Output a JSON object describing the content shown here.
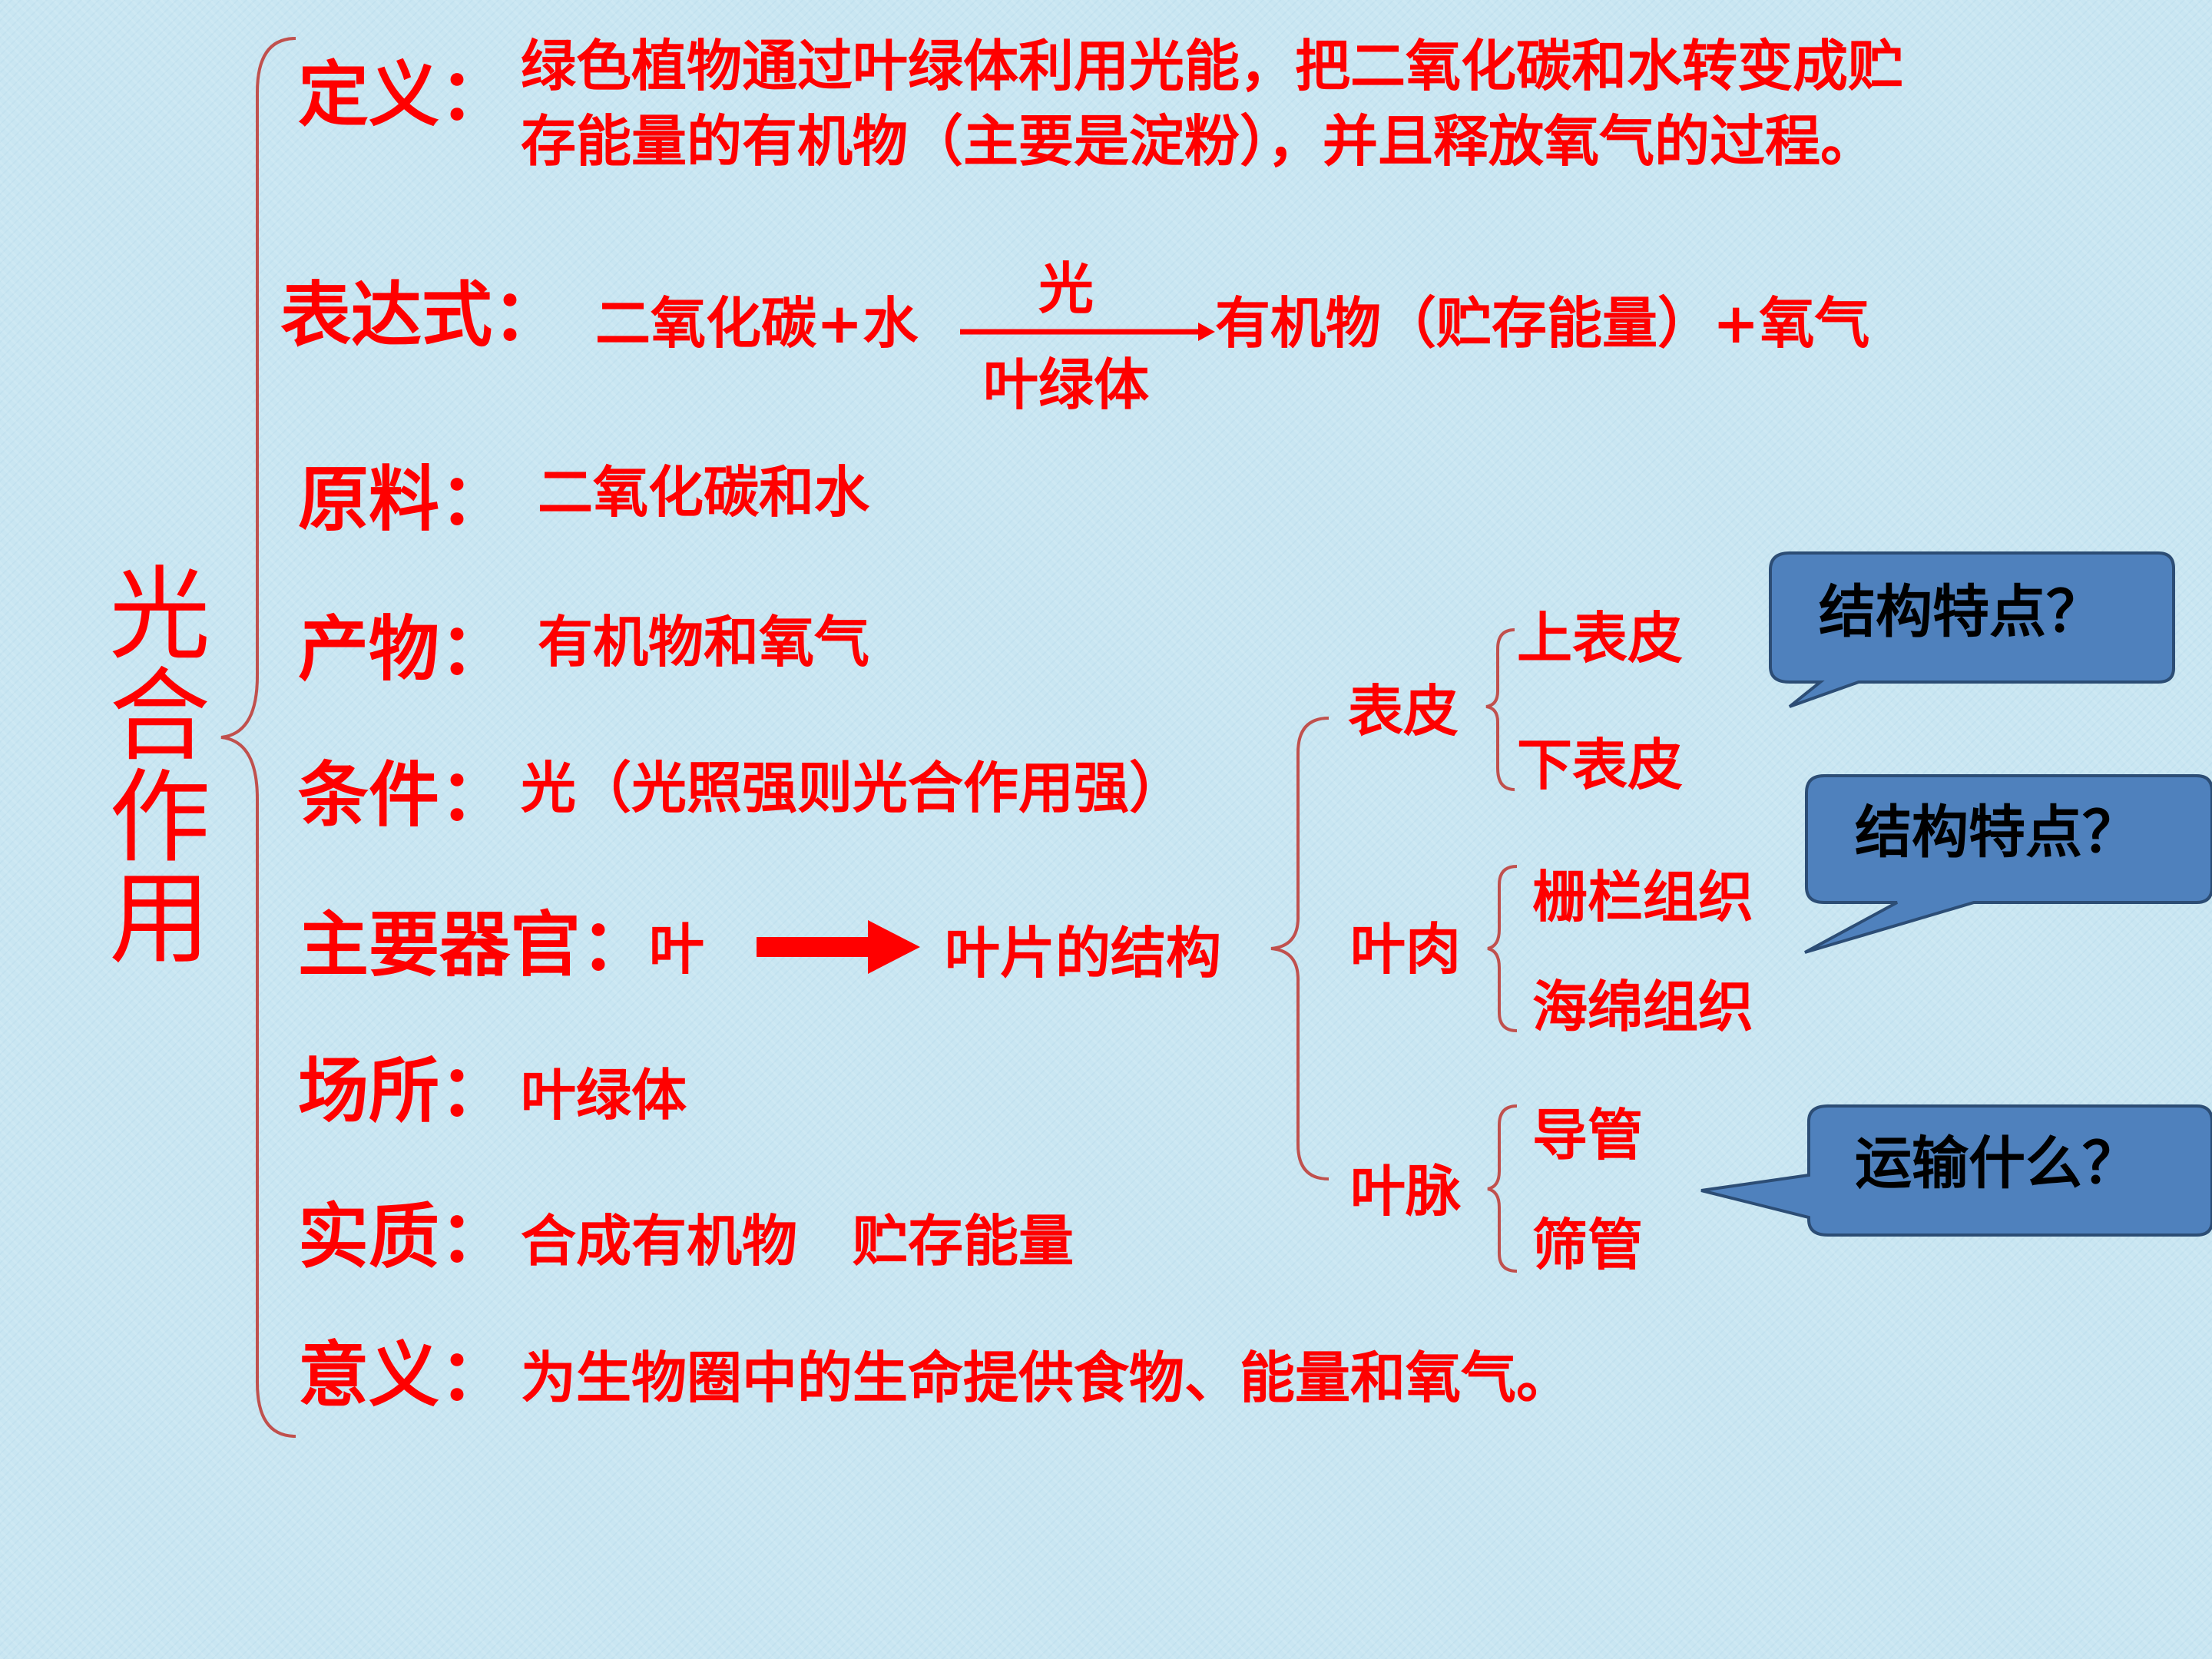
{
  "title": "光合作用",
  "rows": {
    "definition": {
      "label": "定义：",
      "line1": "绿色植物通过叶绿体利用光能，把二氧化碳和水转变成贮",
      "line2": "存能量的有机物（主要是淀粉），并且释放氧气的过程。"
    },
    "expression": {
      "label": "表达式：",
      "left": "二氧化碳+水",
      "over": "光",
      "under": "叶绿体",
      "right": "有机物（贮存能量）+氧气"
    },
    "raw": {
      "label": "原料：",
      "value": "二氧化碳和水"
    },
    "product": {
      "label": "产物：",
      "value": "有机物和氧气"
    },
    "condition": {
      "label": "条件：",
      "value": "光（光照强则光合作用强）"
    },
    "organ": {
      "label": "主要器官：",
      "value": "叶",
      "target": "叶片的结构"
    },
    "site": {
      "label": "场所：",
      "value": "叶绿体"
    },
    "essence": {
      "label": "实质：",
      "value": "合成有机物　贮存能量"
    },
    "meaning": {
      "label": "意义：",
      "value": "为生物圈中的生命提供食物、能量和氧气。"
    }
  },
  "leaf": {
    "epidermis": {
      "label": "表皮",
      "items": [
        "上表皮",
        "下表皮"
      ]
    },
    "mesophyll": {
      "label": "叶肉",
      "items": [
        "栅栏组织",
        "海绵组织"
      ]
    },
    "vein": {
      "label": "叶脉",
      "items": [
        "导管",
        "筛管"
      ]
    }
  },
  "bubbles": [
    "结构特点？",
    "结构特点？",
    "运输什么？"
  ],
  "colors": {
    "text": "#ff0000",
    "bubble_fill": "#4f81bd",
    "bubble_stroke": "#2c4d75",
    "bracket": "#c0504d"
  }
}
